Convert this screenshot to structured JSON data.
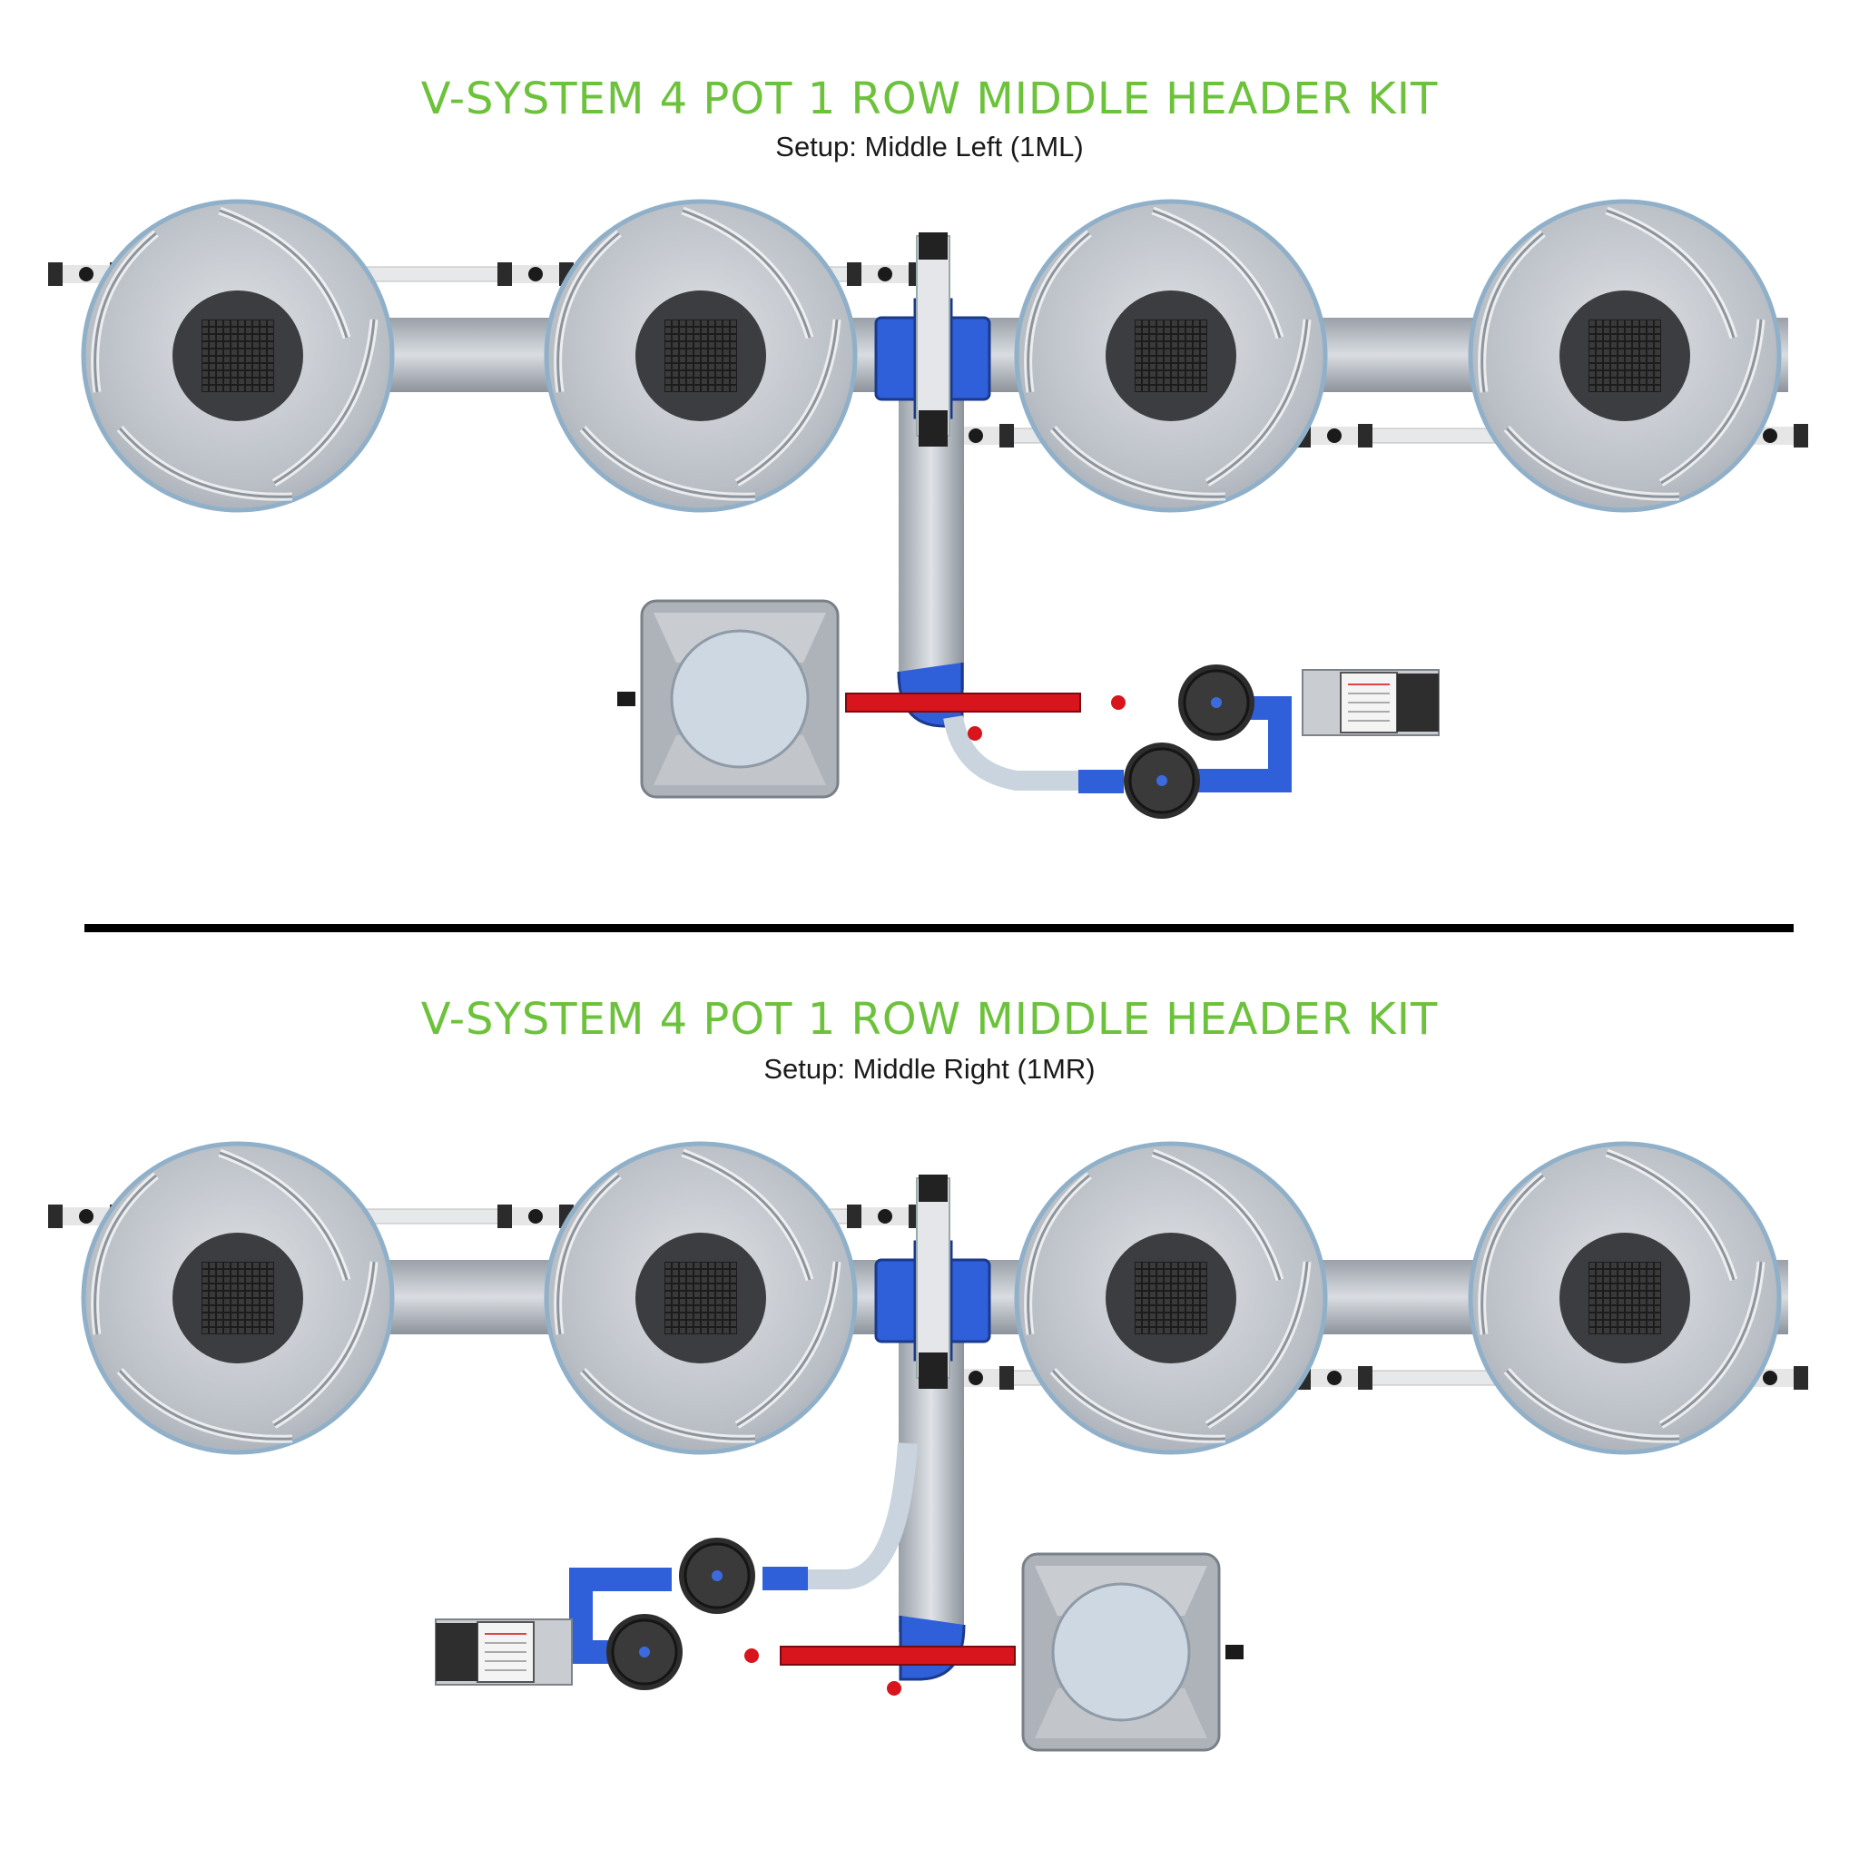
{
  "panels": [
    {
      "title": "V-SYSTEM 4 POT 1 ROW MIDDLE HEADER KIT",
      "setup": "Setup: Middle Left (1ML)",
      "orientation": "left"
    },
    {
      "title": "V-SYSTEM 4 POT 1 ROW MIDDLE HEADER KIT",
      "setup": "Setup: Middle Right (1MR)",
      "orientation": "right"
    }
  ],
  "colors": {
    "title_green": "#6cc23a",
    "pipe_blue": "#2f5fd9",
    "pipe_red": "#d8141c",
    "pot_grey": "#c7cbd1",
    "divider": "#000000"
  }
}
